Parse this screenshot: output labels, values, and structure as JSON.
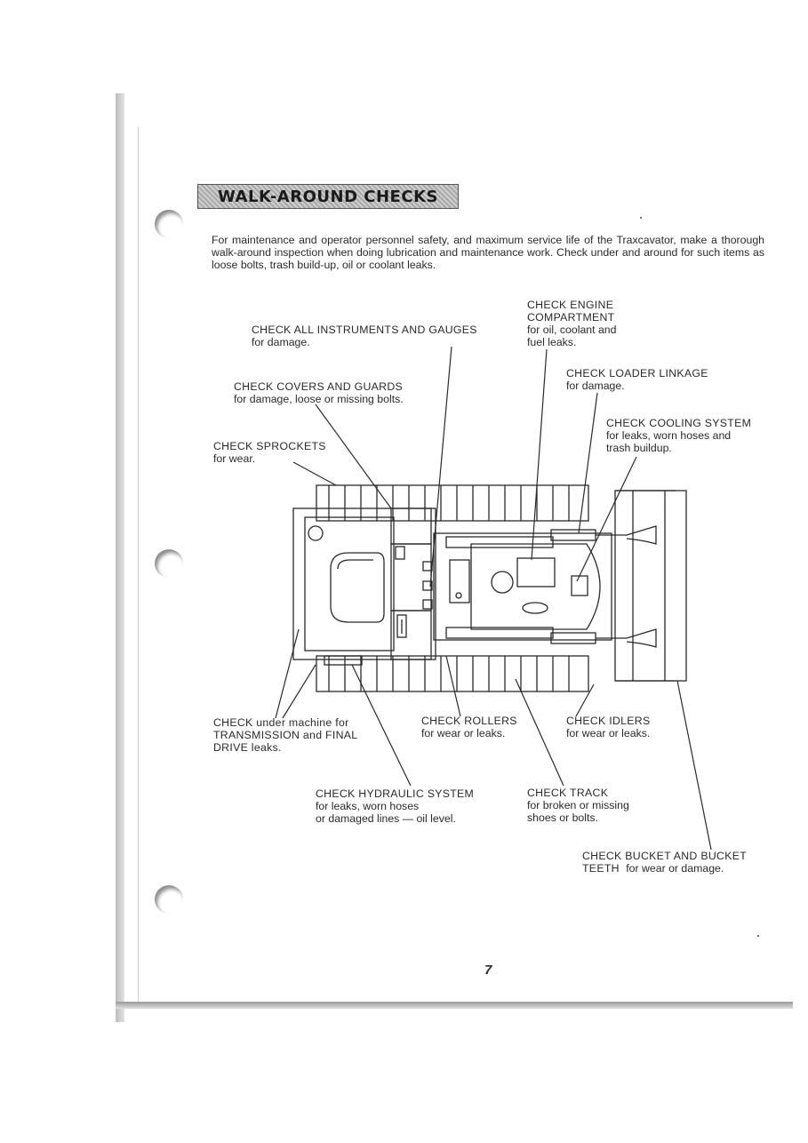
{
  "title": "WALK-AROUND CHECKS",
  "intro": "For maintenance and operator personnel safety, and maximum service life of the Traxcavator, make a thorough walk-around inspection when doing lubrication and maintenance work. Check under and around for such items as loose bolts, trash build-up, oil or coolant leaks.",
  "page_number": "7",
  "callouts": {
    "instruments": {
      "heading": "CHECK ALL INSTRUMENTS AND GAUGES",
      "detail": "for damage."
    },
    "engine": {
      "heading": "CHECK ENGINE",
      "heading2": "COMPARTMENT",
      "detail": "for oil, coolant and",
      "detail2": "fuel leaks."
    },
    "covers": {
      "heading": "CHECK COVERS AND GUARDS",
      "detail": "for damage, loose or missing bolts."
    },
    "loader": {
      "heading": "CHECK LOADER LINKAGE",
      "detail": "for damage."
    },
    "cooling": {
      "heading": "CHECK COOLING SYSTEM",
      "detail": "for leaks, worn hoses and",
      "detail2": "trash buildup."
    },
    "sprockets": {
      "heading": "CHECK SPROCKETS",
      "detail": "for wear."
    },
    "under_machine": {
      "line1": "CHECK under machine for",
      "line2": "TRANSMISSION and FINAL",
      "line3": "DRIVE leaks."
    },
    "rollers": {
      "heading": "CHECK ROLLERS",
      "detail": "for wear or leaks."
    },
    "idlers": {
      "heading": "CHECK IDLERS",
      "detail": "for wear or leaks."
    },
    "hydraulic": {
      "heading": "CHECK HYDRAULIC SYSTEM",
      "detail": "for leaks, worn hoses",
      "detail2": "or damaged lines — oil level."
    },
    "track": {
      "heading": "CHECK TRACK",
      "detail": "for broken or missing",
      "detail2": "shoes or bolts."
    },
    "bucket": {
      "heading": "CHECK BUCKET AND BUCKET",
      "heading2": "TEETH",
      "detail": "for wear or damage."
    }
  },
  "colors": {
    "ink": "#2a2a2a",
    "paper": "#ffffff",
    "title_band": "#bdbdbd"
  }
}
